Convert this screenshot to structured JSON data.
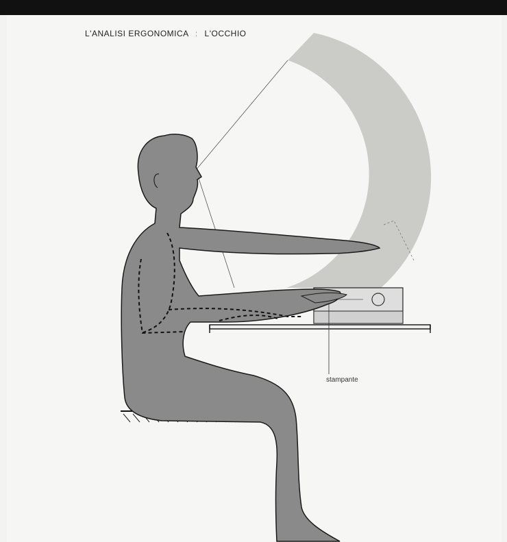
{
  "figure": {
    "title_part1": "L'ANALISI ERGONOMICA",
    "title_separator": ":",
    "title_part2": "L'OCCHIO",
    "callout_label": "stampante"
  },
  "colors": {
    "body_fill": "#8a8a8a",
    "arc_fill": "#c9c9c6",
    "outline": "#1a1a1a",
    "background": "#f6f6f4"
  }
}
